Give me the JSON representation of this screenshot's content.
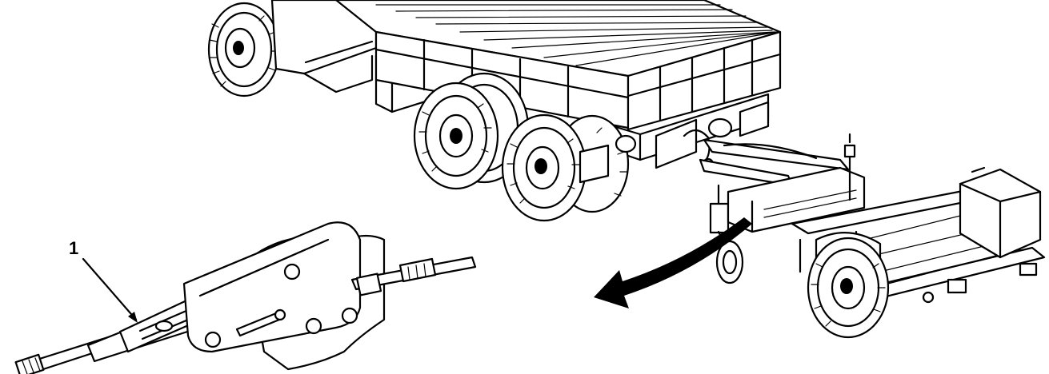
{
  "figure": {
    "callouts": [
      {
        "id": "1",
        "label": "1"
      }
    ],
    "icons": [
      "truck-illustration",
      "trailer-illustration",
      "hitch-detail-illustration",
      "rotation-arrow-icon"
    ]
  }
}
